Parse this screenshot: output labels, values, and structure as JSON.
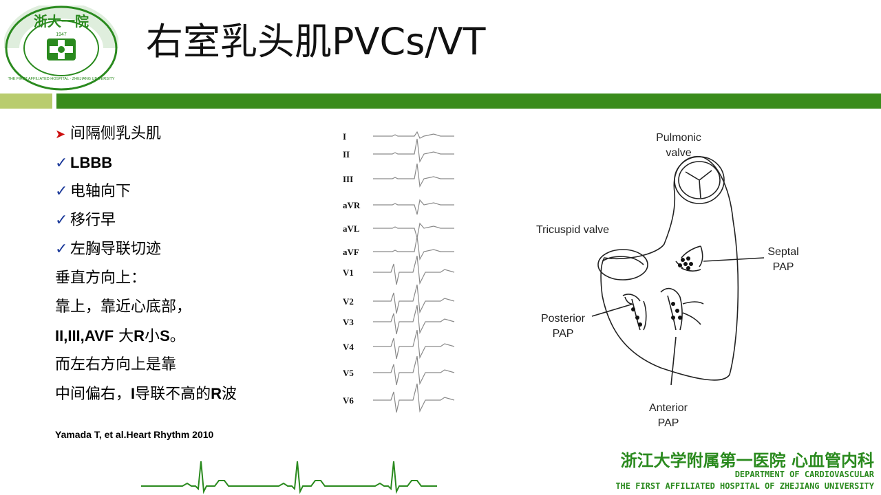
{
  "header": {
    "title": "右室乳头肌PVCs/VT",
    "logo": {
      "top_text": "浙大一院",
      "year": "1947",
      "ring_text": "THE FIRST AFFILIATED HOSPITAL · ZHEJIANG UNIVERSITY",
      "icon": "hospital-emblem"
    },
    "colors": {
      "bar_light": "#b9cc6e",
      "bar_dark": "#3a8c1c",
      "brand_green": "#2a8a1e"
    }
  },
  "content": {
    "lines": [
      {
        "marker": "arrow",
        "text": "间隔侧乳头肌"
      },
      {
        "marker": "check",
        "text": "LBBB"
      },
      {
        "marker": "check",
        "text": "电轴向下"
      },
      {
        "marker": "check",
        "text": "移行早"
      },
      {
        "marker": "check",
        "text": "左胸导联切迹"
      },
      {
        "marker": "",
        "text": "垂直方向上："
      },
      {
        "marker": "",
        "text": "靠上，靠近心底部，"
      },
      {
        "marker": "",
        "text_bold": "II,III,AVF",
        "text": " 大",
        "text_bold2": "R",
        "text2": "小",
        "text_bold3": "S",
        "text3": "。"
      },
      {
        "marker": "",
        "text": "而左右方向上是靠"
      },
      {
        "marker": "",
        "text": "中间偏右，",
        "text_bold": "I",
        "text2": "导联不高的",
        "text_bold2": "R",
        "text3": "波"
      }
    ],
    "citation": "Yamada T, et al.Heart Rhythm 2010"
  },
  "ecg": {
    "leads": [
      "I",
      "II",
      "III",
      "aVR",
      "aVL",
      "aVF",
      "V1",
      "V2",
      "V3",
      "V4",
      "V5",
      "V6"
    ]
  },
  "diagram": {
    "labels": {
      "pulmonic": [
        "Pulmonic",
        "valve"
      ],
      "tricuspid": "Tricuspid valve",
      "septal": [
        "Septal",
        "PAP"
      ],
      "posterior": [
        "Posterior",
        "PAP"
      ],
      "anterior": [
        "Anterior",
        "PAP"
      ]
    }
  },
  "footer": {
    "hospital": "浙江大学附属第一医院 心血管内科",
    "dept": "DEPARTMENT OF CARDIOVASCULAR",
    "university": "THE FIRST AFFILIATED HOSPITAL OF ZHEJIANG UNIVERSITY"
  }
}
